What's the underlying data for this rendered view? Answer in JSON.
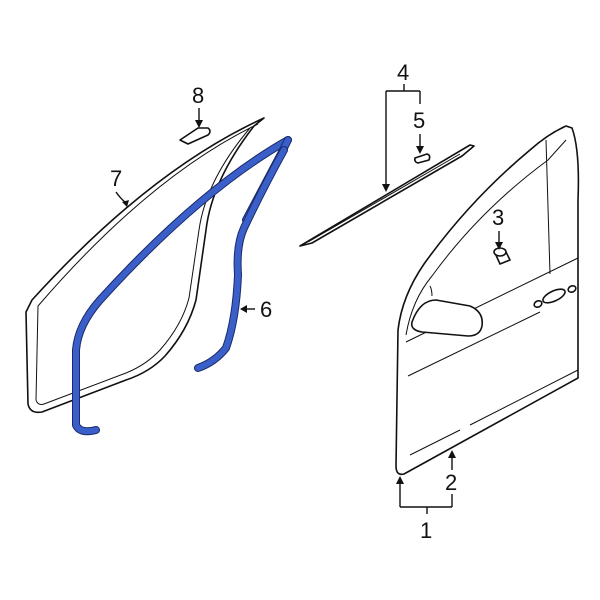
{
  "diagram": {
    "type": "parts-exploded-view",
    "subject": "Front door and weatherstrip assembly",
    "highlight_color": "#3b5fc9",
    "line_color": "#111111",
    "background": "#ffffff",
    "callouts": [
      {
        "id": "1",
        "label": "1",
        "target": "door-shell-bracket"
      },
      {
        "id": "2",
        "label": "2",
        "target": "door-bottom-edge"
      },
      {
        "id": "3",
        "label": "3",
        "target": "plug"
      },
      {
        "id": "4",
        "label": "4",
        "target": "belt-molding-bracket"
      },
      {
        "id": "5",
        "label": "5",
        "target": "molding-clip"
      },
      {
        "id": "6",
        "label": "6",
        "target": "rear-run-channel-seal"
      },
      {
        "id": "7",
        "label": "7",
        "target": "door-glass"
      },
      {
        "id": "8",
        "label": "8",
        "target": "glass-clip"
      }
    ],
    "highlighted_part": "door-opening-weatherstrip"
  }
}
